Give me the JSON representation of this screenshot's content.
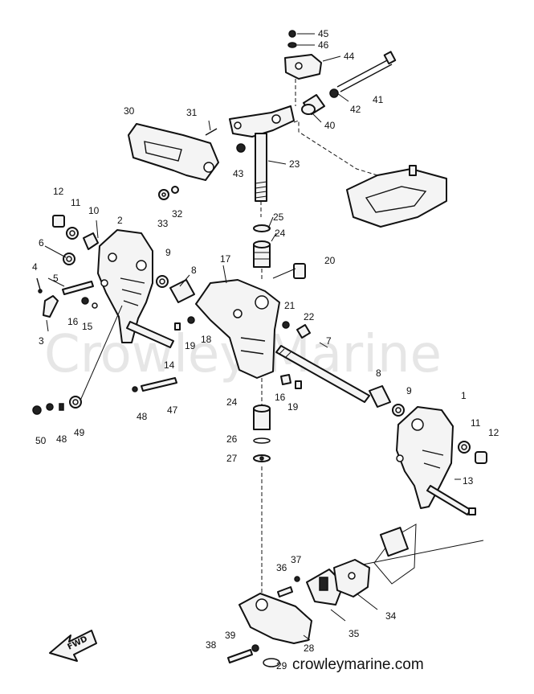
{
  "watermark": "Crowley Marine",
  "footer": {
    "website": "crowleymarine.com"
  },
  "fwd_label": "FWD",
  "callouts": [
    {
      "id": "c45",
      "label": "45"
    },
    {
      "id": "c46",
      "label": "46"
    },
    {
      "id": "c44",
      "label": "44"
    },
    {
      "id": "c41",
      "label": "41"
    },
    {
      "id": "c42",
      "label": "42"
    },
    {
      "id": "c40",
      "label": "40"
    },
    {
      "id": "c30",
      "label": "30"
    },
    {
      "id": "c31",
      "label": "31"
    },
    {
      "id": "c23",
      "label": "23"
    },
    {
      "id": "c43",
      "label": "43"
    },
    {
      "id": "c12a",
      "label": "12"
    },
    {
      "id": "c11a",
      "label": "11"
    },
    {
      "id": "c10",
      "label": "10"
    },
    {
      "id": "c2",
      "label": "2"
    },
    {
      "id": "c33",
      "label": "33"
    },
    {
      "id": "c32",
      "label": "32"
    },
    {
      "id": "c25",
      "label": "25"
    },
    {
      "id": "c24a",
      "label": "24"
    },
    {
      "id": "c6",
      "label": "6"
    },
    {
      "id": "c9a",
      "label": "9"
    },
    {
      "id": "c8a",
      "label": "8"
    },
    {
      "id": "c17",
      "label": "17"
    },
    {
      "id": "c20",
      "label": "20"
    },
    {
      "id": "c4",
      "label": "4"
    },
    {
      "id": "c5",
      "label": "5"
    },
    {
      "id": "c21",
      "label": "21"
    },
    {
      "id": "c22",
      "label": "22"
    },
    {
      "id": "c16a",
      "label": "16"
    },
    {
      "id": "c15",
      "label": "15"
    },
    {
      "id": "c3",
      "label": "3"
    },
    {
      "id": "c18a",
      "label": "18"
    },
    {
      "id": "c19a",
      "label": "19"
    },
    {
      "id": "c7",
      "label": "7"
    },
    {
      "id": "c14",
      "label": "14"
    },
    {
      "id": "c8b",
      "label": "8"
    },
    {
      "id": "c1",
      "label": "1"
    },
    {
      "id": "c16b",
      "label": "16"
    },
    {
      "id": "c19b",
      "label": "19"
    },
    {
      "id": "c9b",
      "label": "9"
    },
    {
      "id": "c24b",
      "label": "24"
    },
    {
      "id": "c48a",
      "label": "48"
    },
    {
      "id": "c47",
      "label": "47"
    },
    {
      "id": "c50",
      "label": "50"
    },
    {
      "id": "c48b",
      "label": "48"
    },
    {
      "id": "c49",
      "label": "49"
    },
    {
      "id": "c11b",
      "label": "11"
    },
    {
      "id": "c12b",
      "label": "12"
    },
    {
      "id": "c26",
      "label": "26"
    },
    {
      "id": "c27",
      "label": "27"
    },
    {
      "id": "c13",
      "label": "13"
    },
    {
      "id": "c36",
      "label": "36"
    },
    {
      "id": "c37",
      "label": "37"
    },
    {
      "id": "c34",
      "label": "34"
    },
    {
      "id": "c35",
      "label": "35"
    },
    {
      "id": "c39",
      "label": "39"
    },
    {
      "id": "c38",
      "label": "38"
    },
    {
      "id": "c28",
      "label": "28"
    },
    {
      "id": "c29",
      "label": "29"
    }
  ]
}
